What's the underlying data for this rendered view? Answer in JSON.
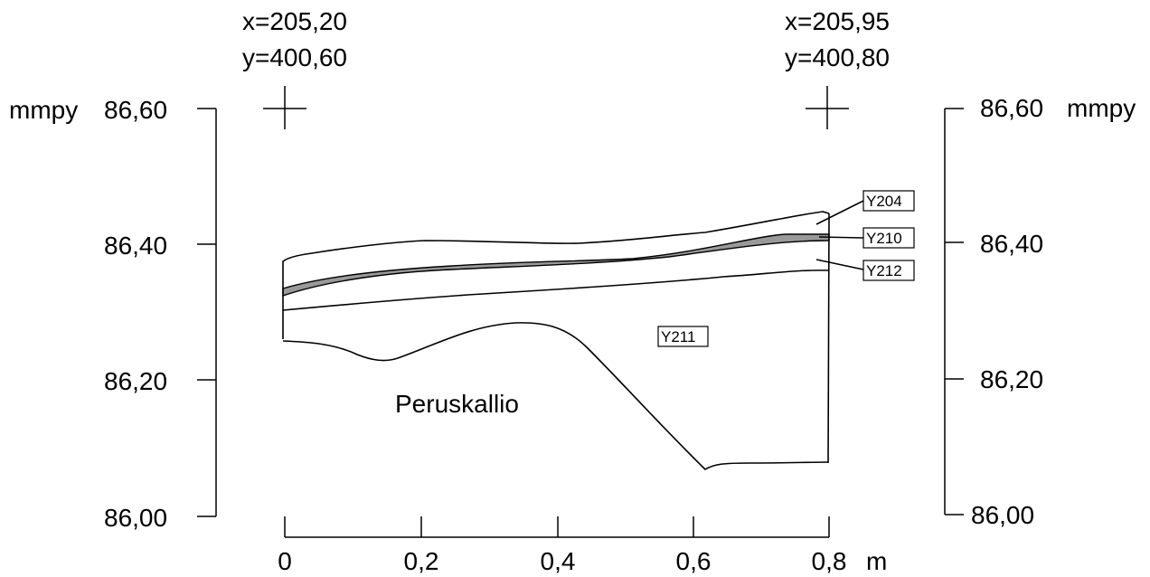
{
  "coords": {
    "left": {
      "x": "x=205,20",
      "y": "y=400,60"
    },
    "right": {
      "x": "x=205,95",
      "y": "y=400,80"
    }
  },
  "axes": {
    "left_unit": "mmpy",
    "right_unit": "mmpy",
    "left_ticks": [
      "86,60",
      "86,40",
      "86,20",
      "86,00"
    ],
    "right_ticks": [
      "86,60",
      "86,40",
      "86,20",
      "86,00"
    ],
    "bottom_ticks": [
      "0",
      "0,2",
      "0,4",
      "0,6",
      "0,8"
    ],
    "bottom_unit": "m"
  },
  "layers": {
    "y204": "Y204",
    "y210": "Y210",
    "y212": "Y212",
    "y211": "Y211",
    "bedrock": "Peruskallio"
  },
  "colors": {
    "line": "#000000",
    "layer_fill": "#999999"
  }
}
